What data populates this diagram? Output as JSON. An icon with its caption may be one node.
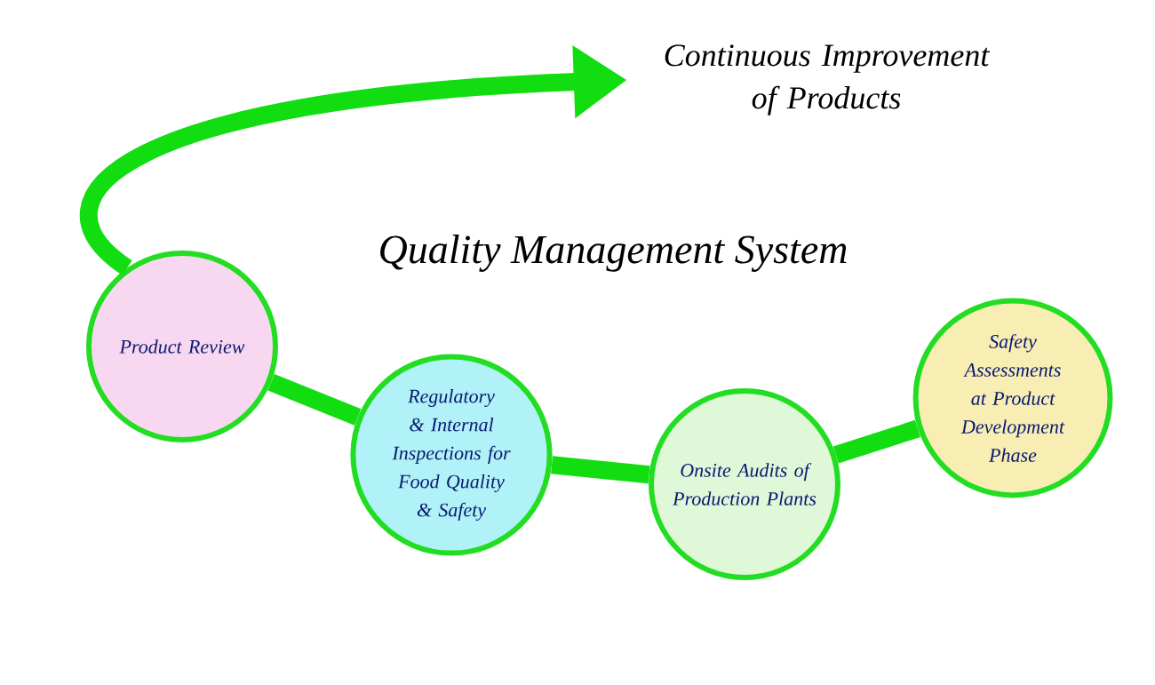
{
  "diagram": {
    "title": "Quality Management System",
    "nodes": [
      {
        "text": [
          "Product Review"
        ]
      },
      {
        "text": [
          "Regulatory & Internal Inspections for Food Quality & Safety"
        ]
      },
      {
        "text": [
          "Onsite Audits of Production Plants"
        ]
      },
      {
        "text": [
          "Safety Assessments at Product Development Phase"
        ]
      },
      {
        "text": [
          "Continuous Improvement of Products"
        ]
      }
    ],
    "edges": [
      {
        "from": 3,
        "to": 2,
        "arrow": "none"
      },
      {
        "from": 2,
        "to": 1,
        "arrow": "none"
      },
      {
        "from": 1,
        "to": 0,
        "arrow": "none"
      },
      {
        "from": 0,
        "to": 4,
        "arrow": "to"
      }
    ]
  }
}
